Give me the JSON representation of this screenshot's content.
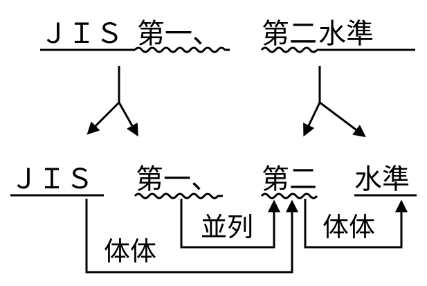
{
  "top": {
    "jis": "ＪＩＳ",
    "first": "第一、",
    "second": "第二",
    "level": "水準"
  },
  "bottom": {
    "jis": "ＪＩＳ",
    "first": "第一、",
    "second": "第二",
    "level": "水準"
  },
  "relations": {
    "parallel": "並列",
    "substantive_left": "体体",
    "substantive_right": "体体"
  },
  "colors": {
    "ink": "#000000",
    "background": "#ffffff"
  }
}
